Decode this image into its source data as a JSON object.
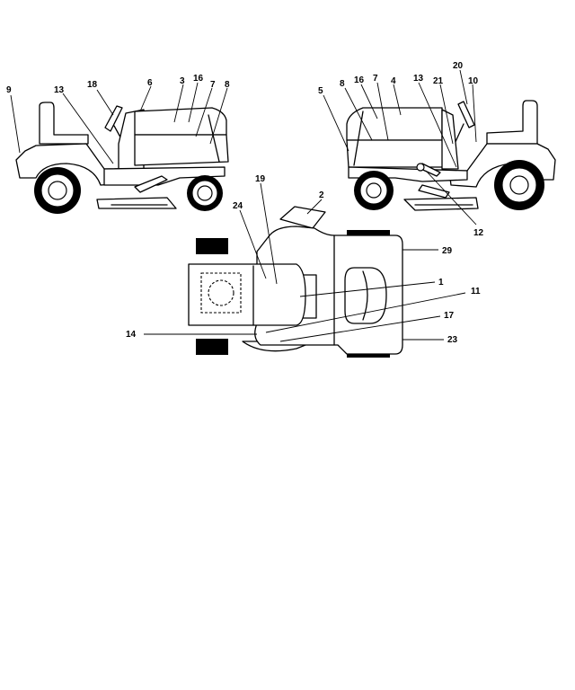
{
  "callouts": {
    "left_view": [
      "9",
      "13",
      "18",
      "6",
      "3",
      "16",
      "7",
      "8"
    ],
    "right_view": [
      "5",
      "8",
      "16",
      "7",
      "4",
      "13",
      "21",
      "20",
      "10",
      "12"
    ],
    "top_view": [
      "2",
      "19",
      "24",
      "29",
      "1",
      "11",
      "17",
      "14",
      "23"
    ]
  }
}
